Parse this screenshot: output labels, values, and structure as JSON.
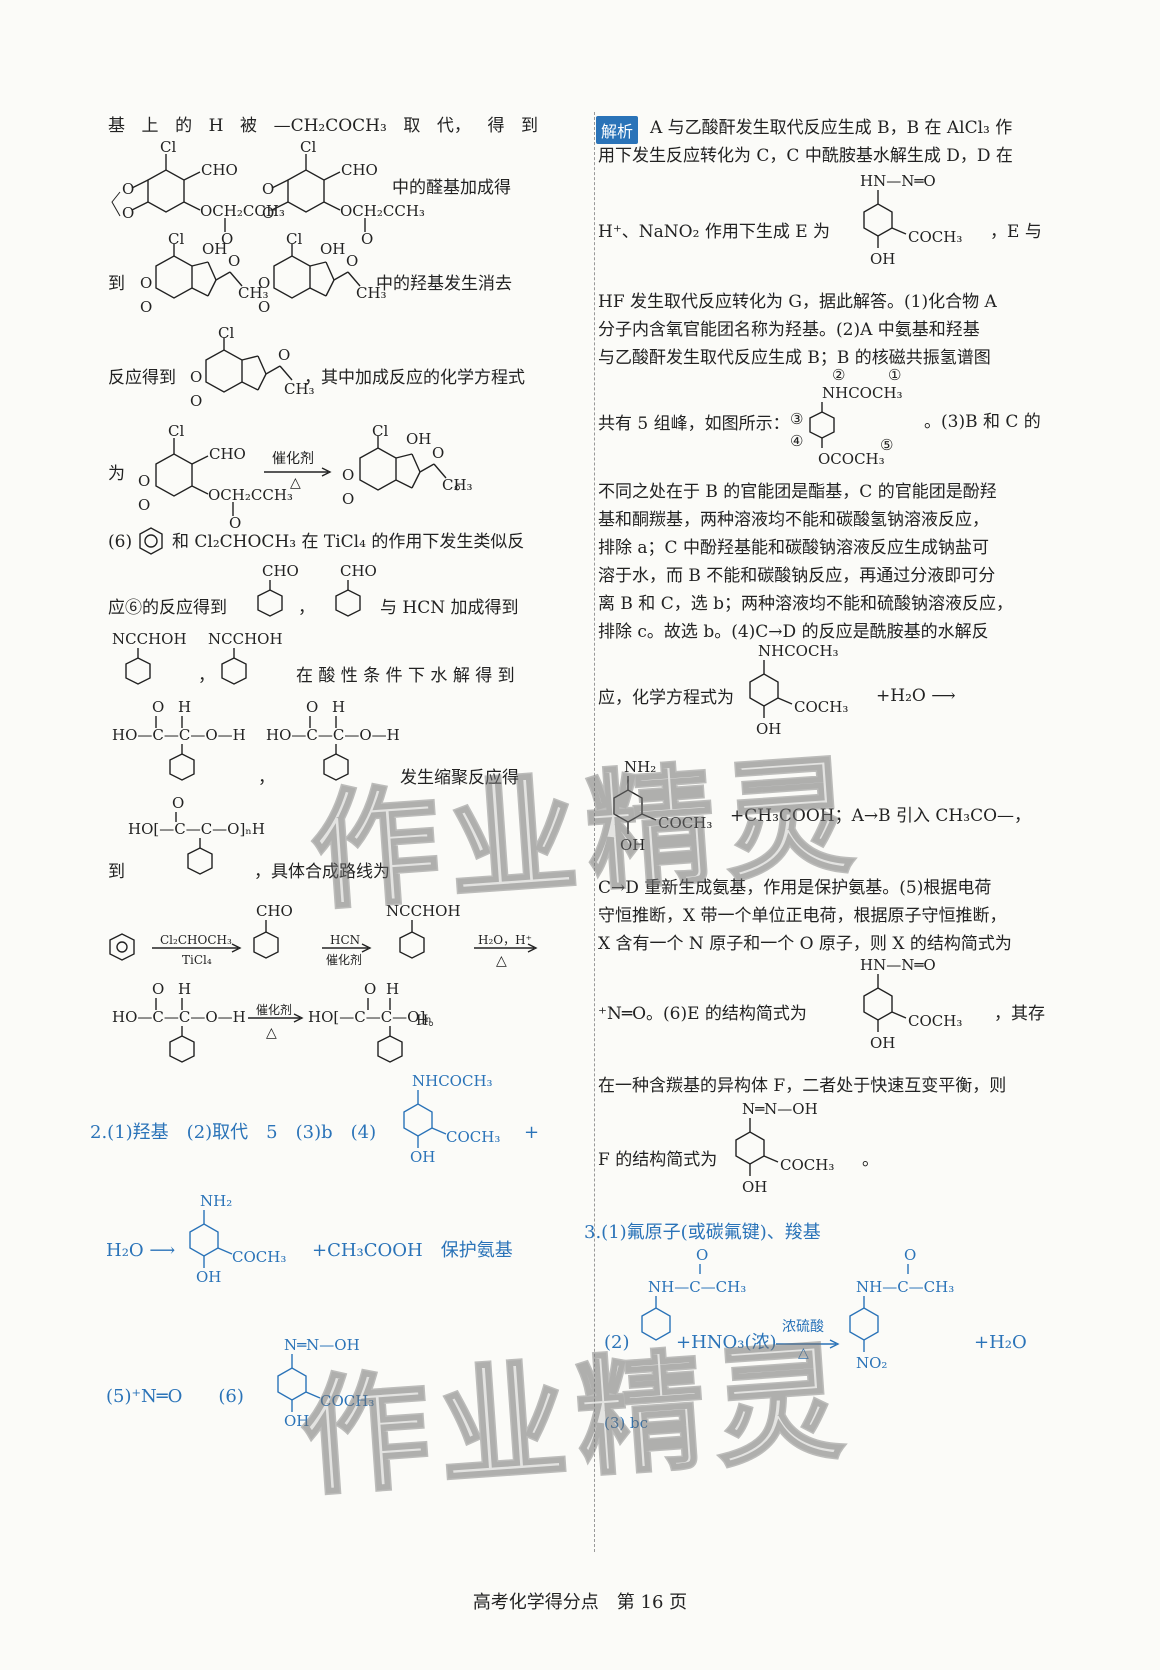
{
  "left": {
    "l1": [
      "基",
      "上",
      "的",
      "H",
      "被",
      "—CH₂COCH₃",
      "取",
      "代，",
      "得",
      "到"
    ],
    "l2": "中的醛基加成得",
    "l3a": "到",
    "l3b": "中的羟基发生消去",
    "l4a": "反应得到",
    "l4b": "，其中加成反应的化学方程式",
    "l5a": "为",
    "l5cat": "催化剂",
    "l5delta": "△",
    "l5end": "。",
    "l6a": "(6)",
    "l6b": "和 Cl₂CHOCH₃ 在 TiCl₄ 的作用下发生类似反",
    "l7a": "应⑥的反应得到",
    "l7b": "，",
    "l7c": "与 HCN 加成得到",
    "l8": "在 酸 性 条 件 下 水 解 得 到",
    "l9": "，",
    "l9b": "发生缩聚反应得",
    "l10a": "到",
    "l10b": "，具体合成路线为",
    "route": {
      "r1": "Cl₂CHOCH₃",
      "r1b": "TiCl₄",
      "r2": "HCN",
      "r2b": "催化剂",
      "r3": "H₂O，H⁺",
      "r3b": "△",
      "r4": "催化剂",
      "r4b": "△",
      "r5": "H。"
    },
    "a2": "2.(1)羟基　(2)取代　5　(3)b　(4)",
    "a2plus": "+",
    "a2b": "H₂O ⟶",
    "a2c": "+CH₃COOH　保护氨基",
    "a2d": "(5)⁺N═O　　(6)"
  },
  "right": {
    "tag": "解析",
    "p1": "A 与乙酸酐发生取代反应生成 B，B 在 AlCl₃ 作",
    "p2": "用下发生反应转化为 C，C 中酰胺基水解生成 D，D 在",
    "p3a": "H⁺、NaNO₂ 作用下生成 E 为",
    "p3b": "，E 与",
    "p4": "HF 发生取代反应转化为 G，据此解答。(1)化合物 A",
    "p5": "分子内含氧官能团名称为羟基。(2)A 中氨基和羟基",
    "p6": "与乙酸酐发生取代反应生成 B；B 的核磁共振氢谱图",
    "p7a": "共有 5 组峰，如图所示：",
    "p7b": "。(3)B 和 C 的",
    "p8": "不同之处在于 B 的官能团是酯基，C 的官能团是酚羟",
    "p9": "基和酮羰基，两种溶液均不能和碳酸氢钠溶液反应，",
    "p10": "排除 a；C 中酚羟基能和碳酸钠溶液反应生成钠盐可",
    "p11": "溶于水，而 B 不能和碳酸钠反应，再通过分液即可分",
    "p12": "离 B 和 C，选 b；两种溶液均不能和硫酸钠溶液反应，",
    "p13": "排除 c。故选 b。(4)C→D 的反应是酰胺基的水解反",
    "p14a": "应，化学方程式为",
    "p14b": "+H₂O ⟶",
    "p15": "+CH₃COOH；A→B 引入 CH₃CO—，",
    "p16": "C→D 重新生成氨基，作用是保护氨基。(5)根据电荷",
    "p17": "守恒推断，X 带一个单位正电荷，根据原子守恒推断，",
    "p18": "X 含有一个 N 原子和一个 O 原子，则 X 的结构简式为",
    "p19a": "⁺N═O。(6)E 的结构简式为",
    "p19b": "，其存",
    "p20": "在一种含羰基的异构体 F，二者处于快速互变平衡，则",
    "p21a": "F 的结构简式为",
    "p21b": "。",
    "a3": "3.(1)氟原子(或碳氟键)、羧基",
    "a3b": "(2)",
    "a3c": "+HNO₃(浓)",
    "a3cat": "浓硫酸",
    "a3delta": "△",
    "a3d": "+H₂O",
    "a3e": "(3) bc"
  },
  "watermark": "作业精灵",
  "footer": "高考化学得分点　第 16 页"
}
